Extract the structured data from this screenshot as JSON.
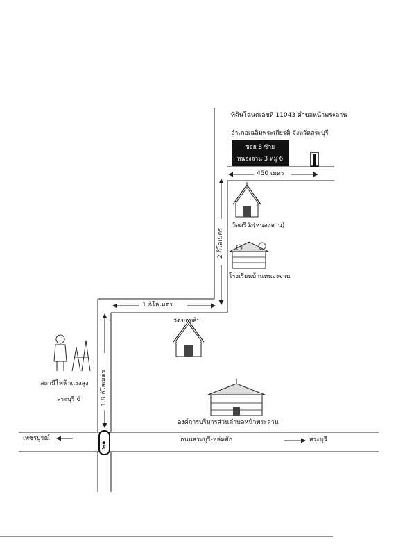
{
  "land": {
    "deed_line": "ที่ดินโฉนดเลขที่ 11043 ตำบลหน้าพระลาน",
    "district_line": "อำเภอเฉลิมพระเกียรติ จังหวัดสระบุรี"
  },
  "soi": {
    "line1": "ซอย 8 ซ้าย",
    "line2": "หนองจาน 3 หมู่ 6"
  },
  "distances": {
    "d450": "450 เมตร",
    "d2km": "2 กิโลเมตร",
    "d1km": "1 กิโลเมตร",
    "d18km": "1.8 กิโลเมตร"
  },
  "places": {
    "wat_si_rueang": "วัดศรีวัง(หนองจาน)",
    "school": "โรงเรียนบ้านหนองจาน",
    "wat_khop_sip": "วัดขอบสิบ",
    "power_station_line1": "สถานีไฟฟ้าแรงสูง",
    "power_station_line2": "สระบุรี 6",
    "sao_office": "องค์การบริหารส่วนตำบลหน้าพระลาน"
  },
  "roads": {
    "main_road": "ถนนสระบุรี-หล่มสัก",
    "route_number": "๒๑",
    "to_left": "เพชรบูรณ์",
    "to_right": "สระบุรี"
  },
  "icons": {
    "temple1": "temple-icon",
    "school": "school-icon",
    "temple2": "temple-icon",
    "power": "power-station-icon",
    "office": "government-office-icon",
    "house": "house-icon",
    "route": "route-shield-icon"
  }
}
